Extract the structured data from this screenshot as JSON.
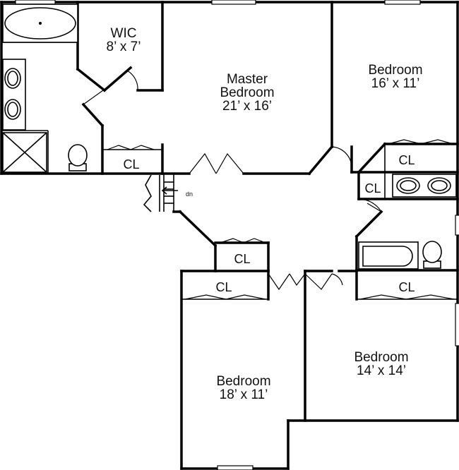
{
  "rooms": {
    "wic": {
      "name": "WIC",
      "size": "8’ x 7’"
    },
    "master": {
      "name_line1": "Master",
      "name_line2": "Bedroom",
      "size": "21’ x 16’"
    },
    "bedroom_ne": {
      "name": "Bedroom",
      "size": "16’ x 11’"
    },
    "bedroom_se": {
      "name": "Bedroom",
      "size": "14’ x 14’"
    },
    "bedroom_sw": {
      "name": "Bedroom",
      "size": "18’ x 11’"
    }
  },
  "closets": {
    "master": "CL",
    "ne_bedroom": "CL",
    "hall_small": "CL",
    "sw_upper": "CL",
    "sw_lower": "CL",
    "se": "CL"
  },
  "stairs": {
    "direction": "dn"
  }
}
